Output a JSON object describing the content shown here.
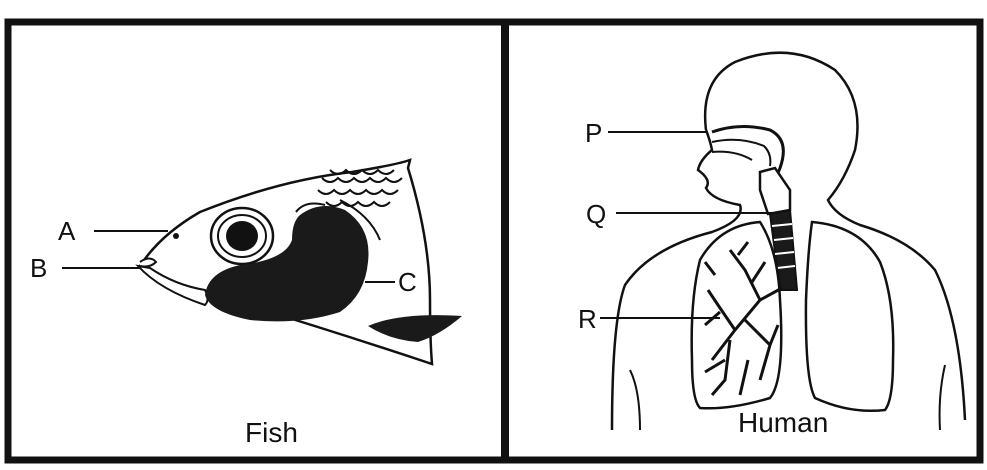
{
  "panels": [
    {
      "caption": "Fish",
      "labels": {
        "a": "A",
        "b": "B",
        "c": "C"
      }
    },
    {
      "caption": "Human",
      "labels": {
        "p": "P",
        "q": "Q",
        "r": "R"
      }
    }
  ],
  "colors": {
    "ink": "#111111",
    "paper": "#ffffff",
    "organ": "#1a1a1a"
  }
}
